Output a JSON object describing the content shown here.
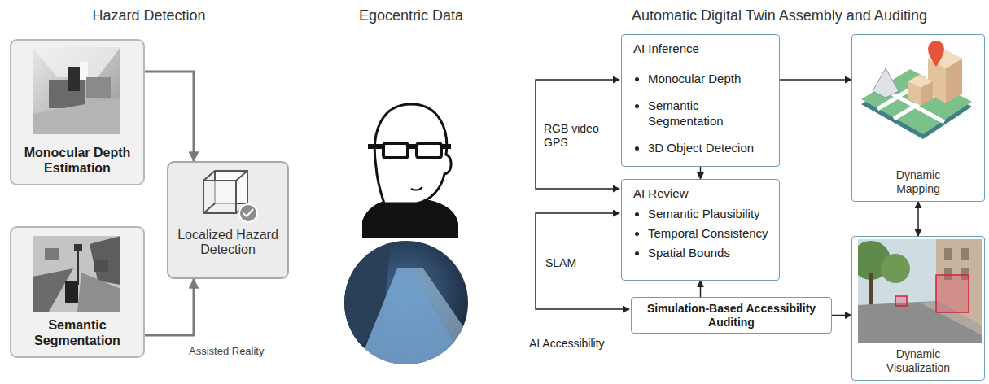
{
  "diagram": {
    "nodes": [
      {
        "text": [
          "Monocular Depth Estimation"
        ]
      },
      {
        "text": [
          "Semantic Segmentation"
        ]
      },
      {
        "text": [
          "Localized Hazard Detection"
        ]
      },
      {
        "text": [
          "AI Inference",
          "Monocular Depth",
          "Semantic Segmentation",
          "3D Object Detecion"
        ]
      },
      {
        "text": [
          "AI Review",
          "Semantic Plausibility",
          "Temporal Consistency",
          "Spatial Bounds"
        ]
      },
      {
        "text": [
          "Simulation-Based Accessibility Auditing"
        ]
      },
      {
        "text": [
          "Dynamic Mapping"
        ]
      },
      {
        "text": [
          "Dynamic Visualization"
        ]
      }
    ],
    "edges": [
      {
        "from": 0,
        "to": 2,
        "arrow": "to"
      },
      {
        "from": 1,
        "to": 2,
        "arrow": "to"
      },
      {
        "from": 3,
        "to": 6,
        "arrow": "to"
      },
      {
        "from": 3,
        "to": 4,
        "arrow": "to"
      },
      {
        "from": 5,
        "to": 4,
        "arrow": "to"
      },
      {
        "from": 5,
        "to": 7,
        "arrow": "to"
      },
      {
        "from": 6,
        "to": 7,
        "arrow": "both"
      }
    ],
    "labels": [
      "Hazard Detection",
      "Egocentric Data",
      "Automatic Digital Twin Assembly and Auditing",
      "Assisted Reality",
      "RGB video GPS",
      "SLAM",
      "AI Accessibility"
    ]
  }
}
